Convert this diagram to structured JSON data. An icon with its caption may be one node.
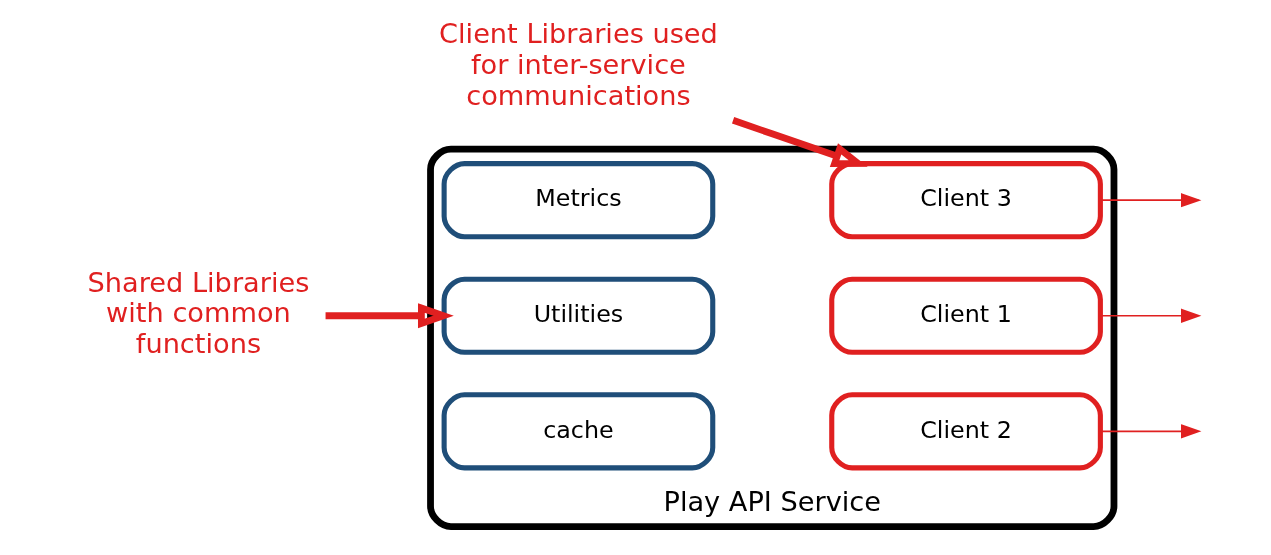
{
  "diagram": {
    "nodes": [
      {
        "text": [
          "Play API Service"
        ]
      },
      {
        "text": [
          "Utilities"
        ],
        "in": 0
      },
      {
        "text": [
          "cache"
        ],
        "in": 0
      },
      {
        "text": [
          "Metrics"
        ],
        "in": 0
      },
      {
        "text": [
          "Client 1"
        ],
        "in": 0
      },
      {
        "text": [
          "Client 2"
        ],
        "in": 0
      },
      {
        "text": [
          "Client 3"
        ],
        "in": 0
      },
      {
        "text": [
          "Shared Libraries with common functions"
        ]
      },
      {
        "text": [
          "Client Libraries used for inter-service communications"
        ]
      }
    ],
    "edges": [
      {
        "from": 7,
        "to": 1,
        "arrow": "to",
        "style": "thick"
      },
      {
        "from": 4,
        "to": null,
        "arrow": "to"
      },
      {
        "from": 5,
        "to": null,
        "arrow": "to"
      },
      {
        "from": 6,
        "to": null,
        "arrow": "to"
      },
      {
        "from": 8,
        "to": 6,
        "arrow": "to",
        "style": "thick"
      }
    ]
  }
}
